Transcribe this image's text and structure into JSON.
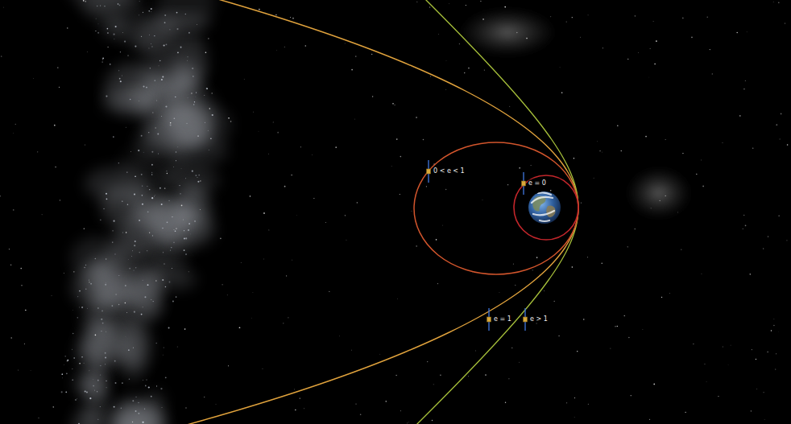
{
  "diagram": {
    "labels": [
      "0 < e < 1",
      "e = 0",
      "e = 1",
      "e > 1"
    ]
  }
}
